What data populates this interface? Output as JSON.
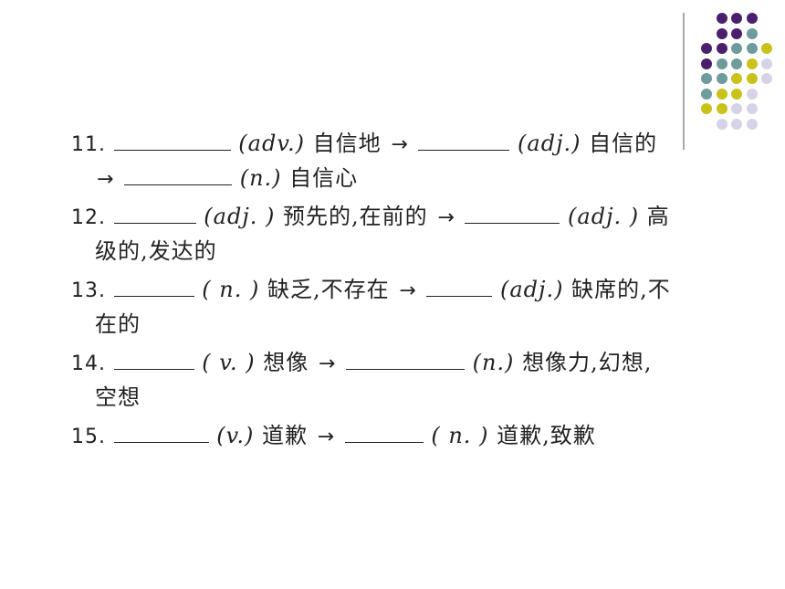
{
  "decor": {
    "colors": {
      "purple": "#4b1f6f",
      "teal": "#6e9c9c",
      "yellow": "#c9c21a",
      "lavender": "#d6d3e6"
    }
  },
  "items": [
    {
      "num": "11.",
      "pos1": "(adv.)",
      "mean1": "自信地",
      "arrow1": "→",
      "pos2": "(adj.)",
      "mean2": "自信的",
      "arrow2": "→",
      "pos3": "(n.)",
      "mean3": "自信心"
    },
    {
      "num": "12.",
      "pos1": "(adj. )",
      "mean1": "预先的,在前的",
      "arrow1": "→",
      "pos2": "(adj. )",
      "mean2": "高",
      "cont": "级的,发达的"
    },
    {
      "num": "13.",
      "pos1": "( n. )",
      "mean1": "缺乏,不存在",
      "arrow1": "→",
      "pos2": "(adj.)",
      "mean2": "缺席的,不",
      "cont": "在的"
    },
    {
      "num": "14.",
      "pos1": "( v. )",
      "mean1": "想像",
      "arrow1": "→",
      "pos2": "(n.)",
      "mean2": "想像力,幻想,",
      "cont": "空想"
    },
    {
      "num": "15.",
      "pos1": "(v.)",
      "mean1": "道歉",
      "arrow1": "→",
      "pos2": "( n. )",
      "mean2": "道歉,致歉"
    }
  ]
}
